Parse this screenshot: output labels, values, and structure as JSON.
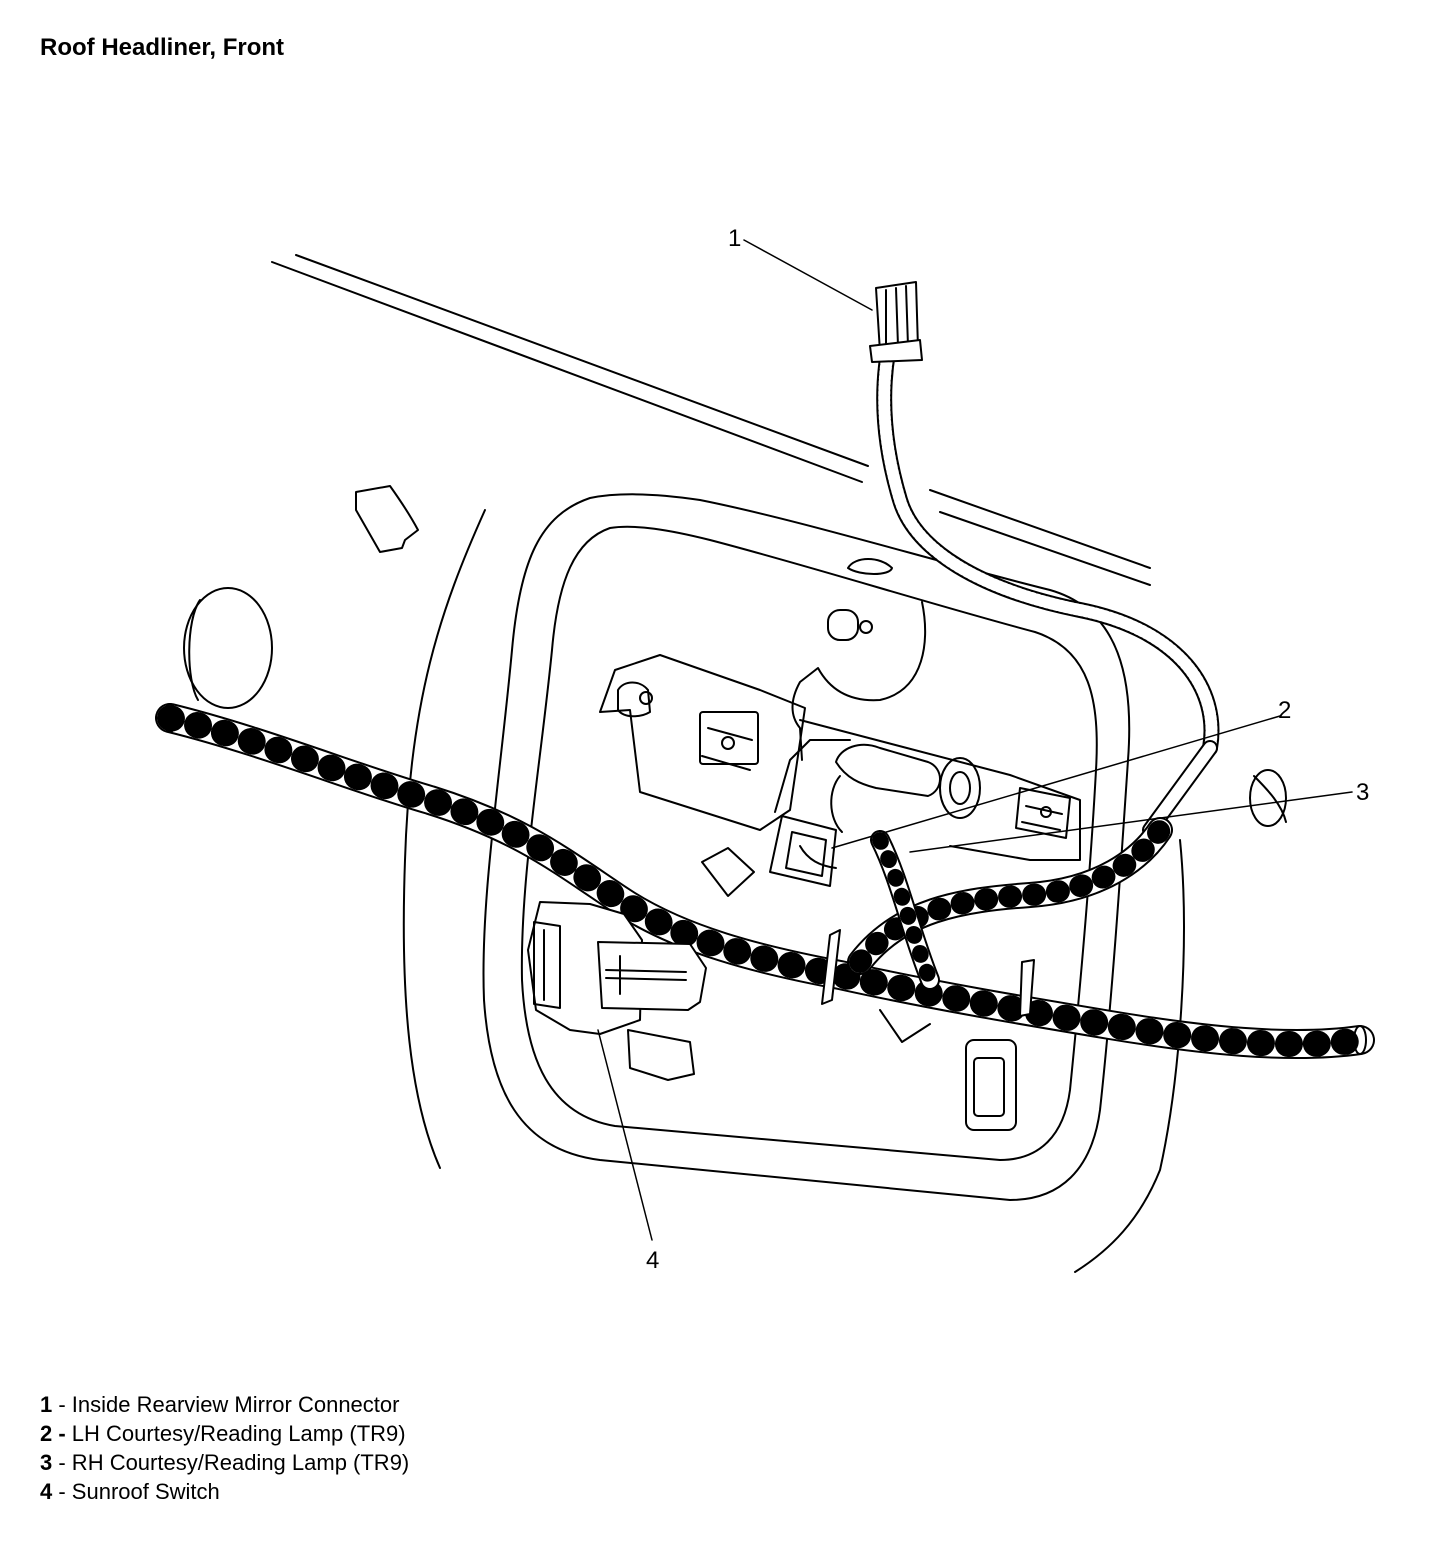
{
  "title": "Roof Headliner, Front",
  "callouts": [
    "1",
    "2",
    "3",
    "4"
  ],
  "legend": [
    {
      "num": "1",
      "text": " - Inside Rearview Mirror Connector"
    },
    {
      "num": "2 -",
      "text": " LH Courtesy/Reading Lamp (TR9)"
    },
    {
      "num": "3",
      "text": " - RH Courtesy/Reading Lamp (TR9)"
    },
    {
      "num": "4",
      "text": " - Sunroof Switch"
    }
  ]
}
